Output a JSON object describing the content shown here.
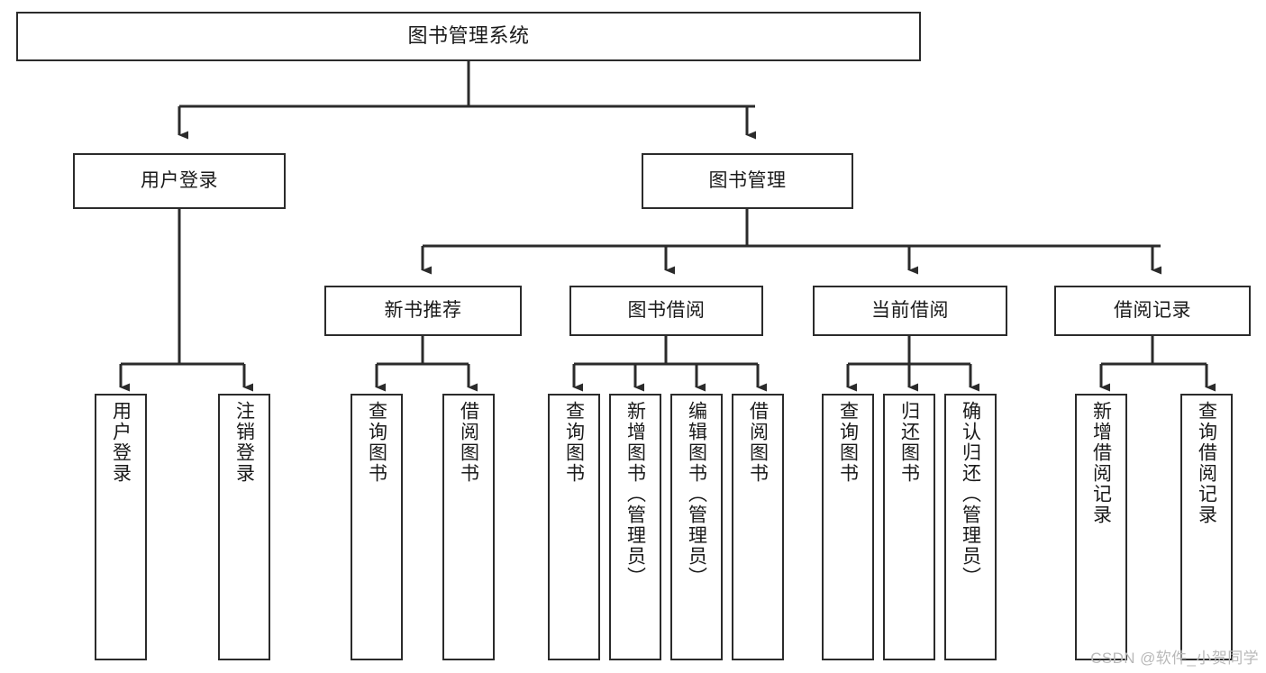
{
  "diagram": {
    "type": "tree-hierarchy",
    "title": "图书管理系统",
    "orientation": "top-down",
    "watermark": "CSDN @软件_小贺同学",
    "colors": {
      "box_border": "#2b2b2b",
      "box_fill": "#ffffff",
      "connector": "#2b2b2b",
      "text": "#1a1a1a",
      "watermark": "#b9b9b9",
      "background": "#ffffff"
    },
    "nodes": {
      "root": {
        "label": "图书管理系统"
      },
      "level2": [
        {
          "id": "user-login",
          "label": "用户登录"
        },
        {
          "id": "book-manage",
          "label": "图书管理"
        }
      ],
      "level3": [
        {
          "id": "new-book-recommend",
          "label": "新书推荐"
        },
        {
          "id": "book-borrow",
          "label": "图书借阅"
        },
        {
          "id": "current-borrow",
          "label": "当前借阅"
        },
        {
          "id": "borrow-record",
          "label": "借阅记录"
        }
      ],
      "leaves": {
        "user-login": [
          {
            "id": "leaf-user-login",
            "label": "用户登录"
          },
          {
            "id": "leaf-user-logout",
            "label": "注销登录"
          }
        ],
        "new-book-recommend": [
          {
            "id": "leaf-query-book-1",
            "label": "查询图书"
          },
          {
            "id": "leaf-borrow-book-1",
            "label": "借阅图书"
          }
        ],
        "book-borrow": [
          {
            "id": "leaf-query-book-2",
            "label": "查询图书"
          },
          {
            "id": "leaf-add-book-admin",
            "label": "新增图书（管理员）"
          },
          {
            "id": "leaf-edit-book-admin",
            "label": "编辑图书（管理员）"
          },
          {
            "id": "leaf-borrow-book-2",
            "label": "借阅图书"
          }
        ],
        "current-borrow": [
          {
            "id": "leaf-query-book-3",
            "label": "查询图书"
          },
          {
            "id": "leaf-return-book",
            "label": "归还图书"
          },
          {
            "id": "leaf-confirm-return-admin",
            "label": "确认归还（管理员）"
          }
        ],
        "borrow-record": [
          {
            "id": "leaf-add-borrow-record",
            "label": "新增借阅记录"
          },
          {
            "id": "leaf-query-borrow-record",
            "label": "查询借阅记录"
          }
        ]
      }
    }
  }
}
